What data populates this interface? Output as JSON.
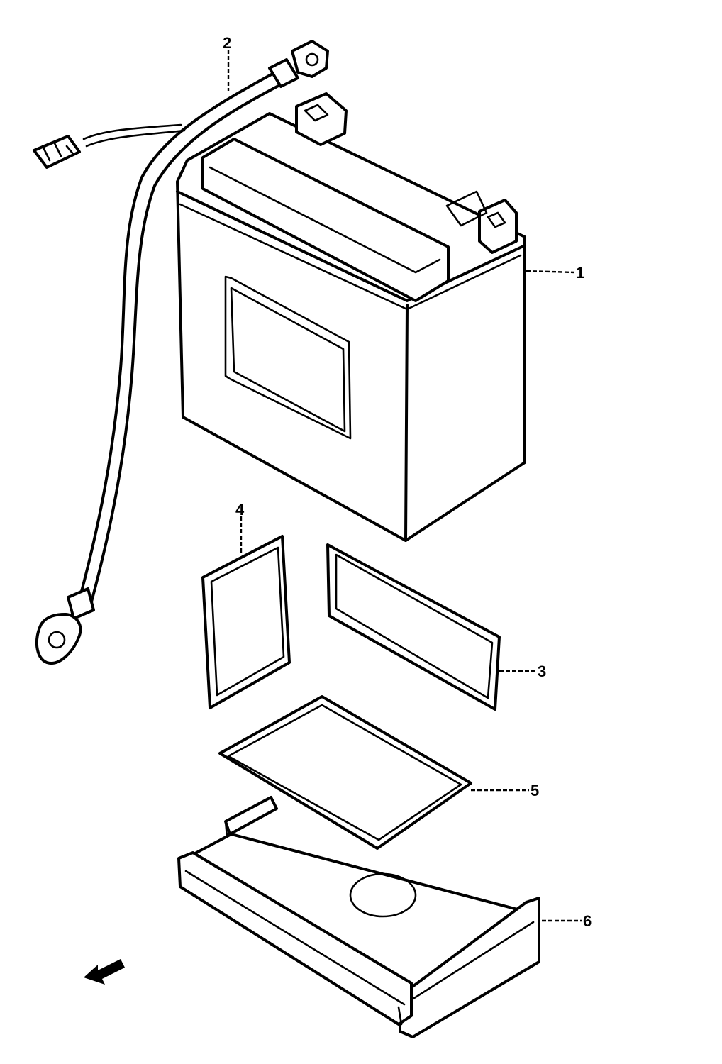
{
  "callouts": [
    {
      "id": "battery",
      "label": "1"
    },
    {
      "id": "battery-lead-wire",
      "label": "2"
    },
    {
      "id": "battery-side-cushion-large",
      "label": "3"
    },
    {
      "id": "battery-side-cushion-small",
      "label": "4"
    },
    {
      "id": "battery-bottom-cushion",
      "label": "5"
    },
    {
      "id": "battery-tray",
      "label": "6"
    }
  ],
  "front_indicator": {
    "icon": "front-arrow-icon"
  },
  "colors": {
    "line": "#000000",
    "background": "#ffffff"
  }
}
